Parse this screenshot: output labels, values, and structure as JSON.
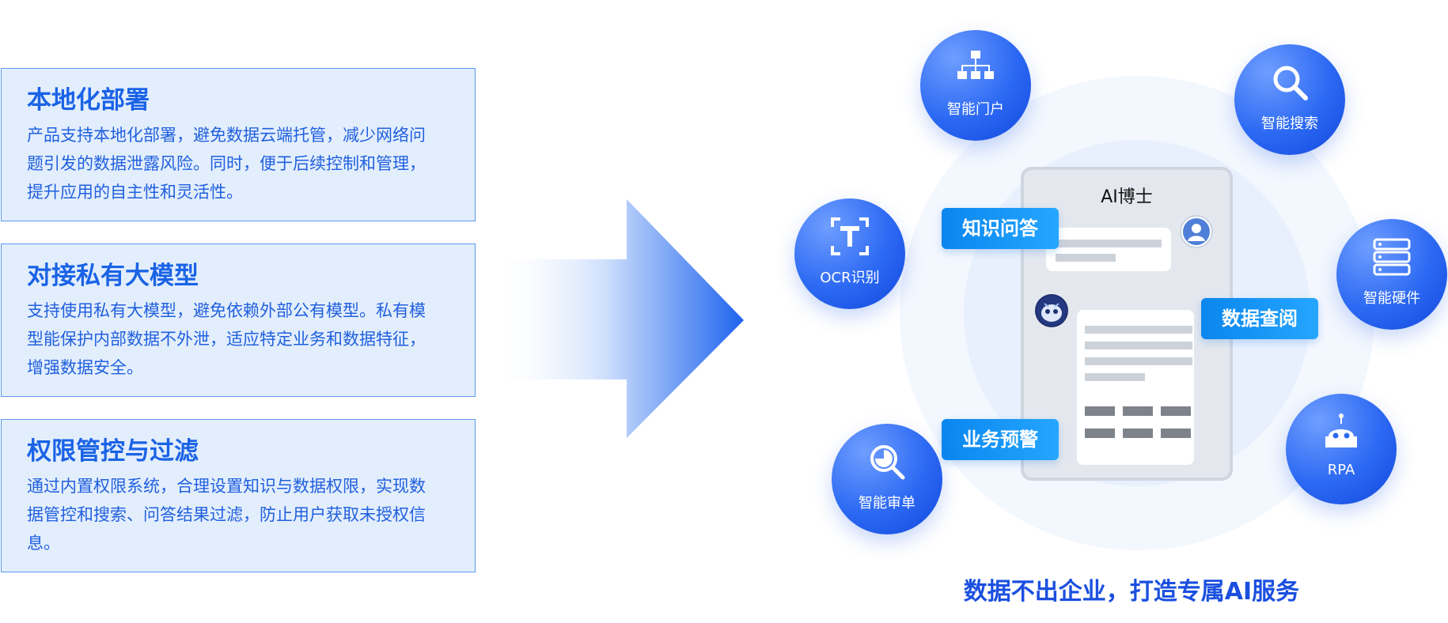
{
  "cards": [
    {
      "title": "本地化部署",
      "lines": [
        "产品支持本地化部署，避免数据云端托管，减少网络问",
        "题引发的数据泄露风险。同时，便于后续控制和管理，",
        "提升应用的自主性和灵活性。"
      ]
    },
    {
      "title": "对接私有大模型",
      "lines": [
        "支持使用私有大模型，避免依赖外部公有模型。私有模",
        "型能保护内部数据不外泄，适应特定业务和数据特征，",
        "增强数据安全。"
      ]
    },
    {
      "title": "权限管控与过滤",
      "lines": [
        "通过内置权限系统，合理设置知识与数据权限，实现数",
        "据管控和搜索、问答结果过滤，防止用户获取未授权信",
        "息。"
      ]
    }
  ],
  "phone": {
    "title": "AI博士"
  },
  "tags": {
    "qa": "知识问答",
    "data": "数据查阅",
    "warning": "业务预警"
  },
  "features": {
    "portal": {
      "label": "智能门户",
      "icon": "sitemap-icon"
    },
    "search": {
      "label": "智能搜索",
      "icon": "search-icon"
    },
    "ocr": {
      "label": "OCR识别",
      "icon": "text-recognition-icon"
    },
    "hardware": {
      "label": "智能硬件",
      "icon": "server-icon"
    },
    "review": {
      "label": "智能审单",
      "icon": "review-icon"
    },
    "rpa": {
      "label": "RPA",
      "icon": "robot-icon"
    }
  },
  "slogan": "数据不出企业，打造专属AI服务",
  "colors": {
    "primary": "#1a63e6",
    "card_bg": "#e3eefd",
    "card_border": "#5c98ee",
    "tag": "#0a86ee",
    "feature": "#2c69f3"
  }
}
